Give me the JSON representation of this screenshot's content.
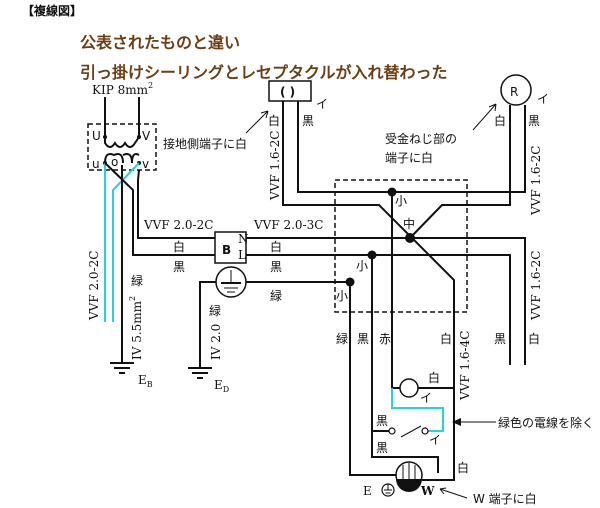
{
  "header": {
    "title": "【複線図】"
  },
  "notes": {
    "line1": "公表されたものと違い",
    "line2": "引っ掛けシーリングとレセプタクルが入れ替わった",
    "color": "#6b3e14"
  },
  "colors": {
    "highlight_wire": "#22d3e0"
  },
  "source": {
    "cable": "KIP 8mm",
    "sup": "2",
    "U": "U",
    "V": "V",
    "u": "u",
    "o": "o",
    "v": "v"
  },
  "ceiling": {
    "symbol": "( )",
    "i": "イ",
    "white": "白",
    "black": "黒",
    "note": "接地側端子に白",
    "cable": "VVF 1.6-2C"
  },
  "receptacle": {
    "symbol": "R",
    "i": "イ",
    "white": "白",
    "black": "黒",
    "note1": "受金ねじ部の",
    "note2": "端子に白",
    "cable": "VVF 1.6-2C"
  },
  "left": {
    "cable": "VVF 2.0-2C",
    "ground_wire": "IV 5.5mm",
    "ground_sup": "2",
    "green": "緑",
    "earth": "E",
    "earth_sub": "B"
  },
  "breaker": {
    "label": "B",
    "n": "N",
    "l": "L",
    "cable_in": "VVF 2.0-2C",
    "cable_out": "VVF 2.0-3C",
    "white": "白",
    "black": "黒"
  },
  "earth_d": {
    "green_h": "緑",
    "green_v": "緑",
    "wire": "IV 2.0",
    "earth": "E",
    "earth_sub": "D"
  },
  "box": {
    "small": "小",
    "medium": "中"
  },
  "bottom_labels": {
    "green": "緑",
    "black": "黒",
    "red": "赤",
    "white": "白",
    "cable": "VVF 1.6-4C"
  },
  "right_lower": {
    "black": "黒",
    "white": "白",
    "cable": "VVF 1.6-2C"
  },
  "lamp": {
    "white": "白",
    "i": "イ"
  },
  "switch": {
    "black1": "黒",
    "black2": "黒",
    "i": "イ"
  },
  "annotation": {
    "remove_green": "緑色の電線を除く",
    "w_note": "W 端子に白"
  },
  "outlet": {
    "white": "白",
    "e": "E",
    "w": "W"
  }
}
